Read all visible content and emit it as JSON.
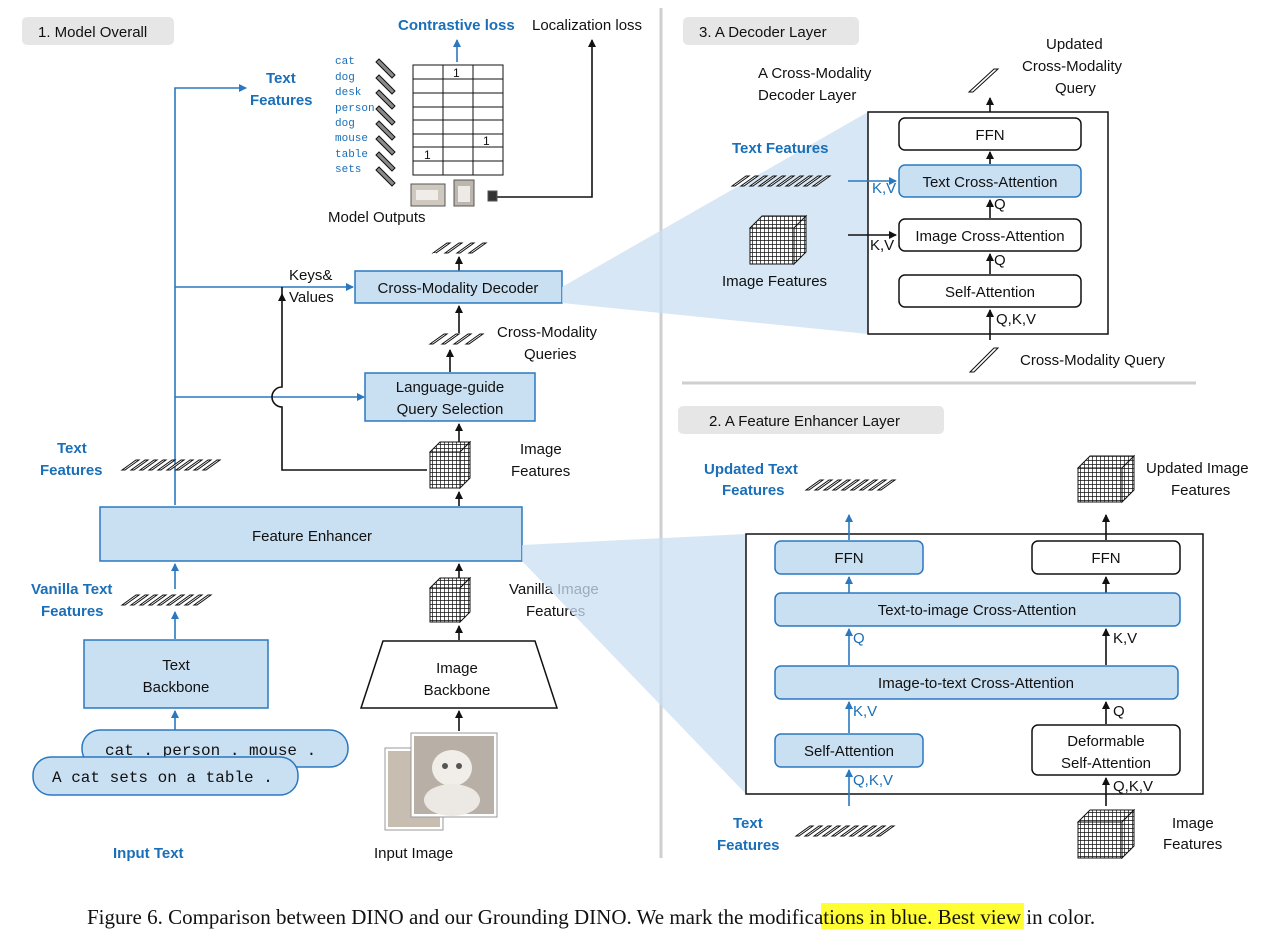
{
  "sections": {
    "model_overall": "1. Model Overall",
    "decoder_layer": "3. A Decoder Layer",
    "feature_enhancer_layer": "2. A Feature Enhancer Layer"
  },
  "overall": {
    "contrastive_loss": "Contrastive loss",
    "localization_loss": "Localization loss",
    "text_features_top_1": "Text",
    "text_features_top_2": "Features",
    "token_list": [
      "cat",
      "dog",
      "desk",
      "person",
      "dog",
      "mouse",
      "table",
      "sets"
    ],
    "matrix_ones": [
      "1",
      "1",
      "1"
    ],
    "model_outputs": "Model Outputs",
    "keys_values_1": "Keys&",
    "keys_values_2": "Values",
    "cross_modality_decoder": "Cross-Modality Decoder",
    "cmq_1": "Cross-Modality",
    "cmq_2": "Queries",
    "lgqs_1": "Language-guide",
    "lgqs_2": "Query Selection",
    "text_features_mid_1": "Text",
    "text_features_mid_2": "Features",
    "image_features_1": "Image",
    "image_features_2": "Features",
    "feature_enhancer": "Feature Enhancer",
    "vanilla_text_1": "Vanilla Text",
    "vanilla_text_2": "Features",
    "vanilla_image_1": "Vanilla Image",
    "vanilla_image_2": "Features",
    "text_backbone_1": "Text",
    "text_backbone_2": "Backbone",
    "image_backbone_1": "Image",
    "image_backbone_2": "Backbone",
    "prompt_1": "cat . person . mouse .",
    "prompt_2": "A cat sets on a table .",
    "input_text": "Input Text",
    "input_image": "Input Image"
  },
  "decoder": {
    "title_1": "A Cross-Modality",
    "title_2": "Decoder Layer",
    "updated_1": "Updated",
    "updated_2": "Cross-Modality",
    "updated_3": "Query",
    "ffn": "FFN",
    "text_cross_attention": "Text Cross-Attention",
    "image_cross_attention": "Image Cross-Attention",
    "self_attention": "Self-Attention",
    "text_features": "Text Features",
    "image_features": "Image Features",
    "kv": "K,V",
    "q": "Q",
    "qkv": "Q,K,V",
    "cross_modality_query": "Cross-Modality Query"
  },
  "enhancer": {
    "updated_text_1": "Updated Text",
    "updated_text_2": "Features",
    "updated_image_1": "Updated Image",
    "updated_image_2": "Features",
    "ffn": "FFN",
    "text_to_image": "Text-to-image Cross-Attention",
    "image_to_text": "Image-to-text Cross-Attention",
    "self_attention": "Self-Attention",
    "deformable_1": "Deformable",
    "deformable_2": "Self-Attention",
    "q": "Q",
    "kv": "K,V",
    "qkv": "Q,K,V",
    "text_1": "Text",
    "text_2": "Features",
    "image_1": "Image",
    "image_2": "Features"
  },
  "caption": {
    "before": "Figure 6. Comparison between DINO and our Grounding DINO. We mark the ",
    "highlight": "modifications in blue.",
    "after": " Best view in color."
  }
}
